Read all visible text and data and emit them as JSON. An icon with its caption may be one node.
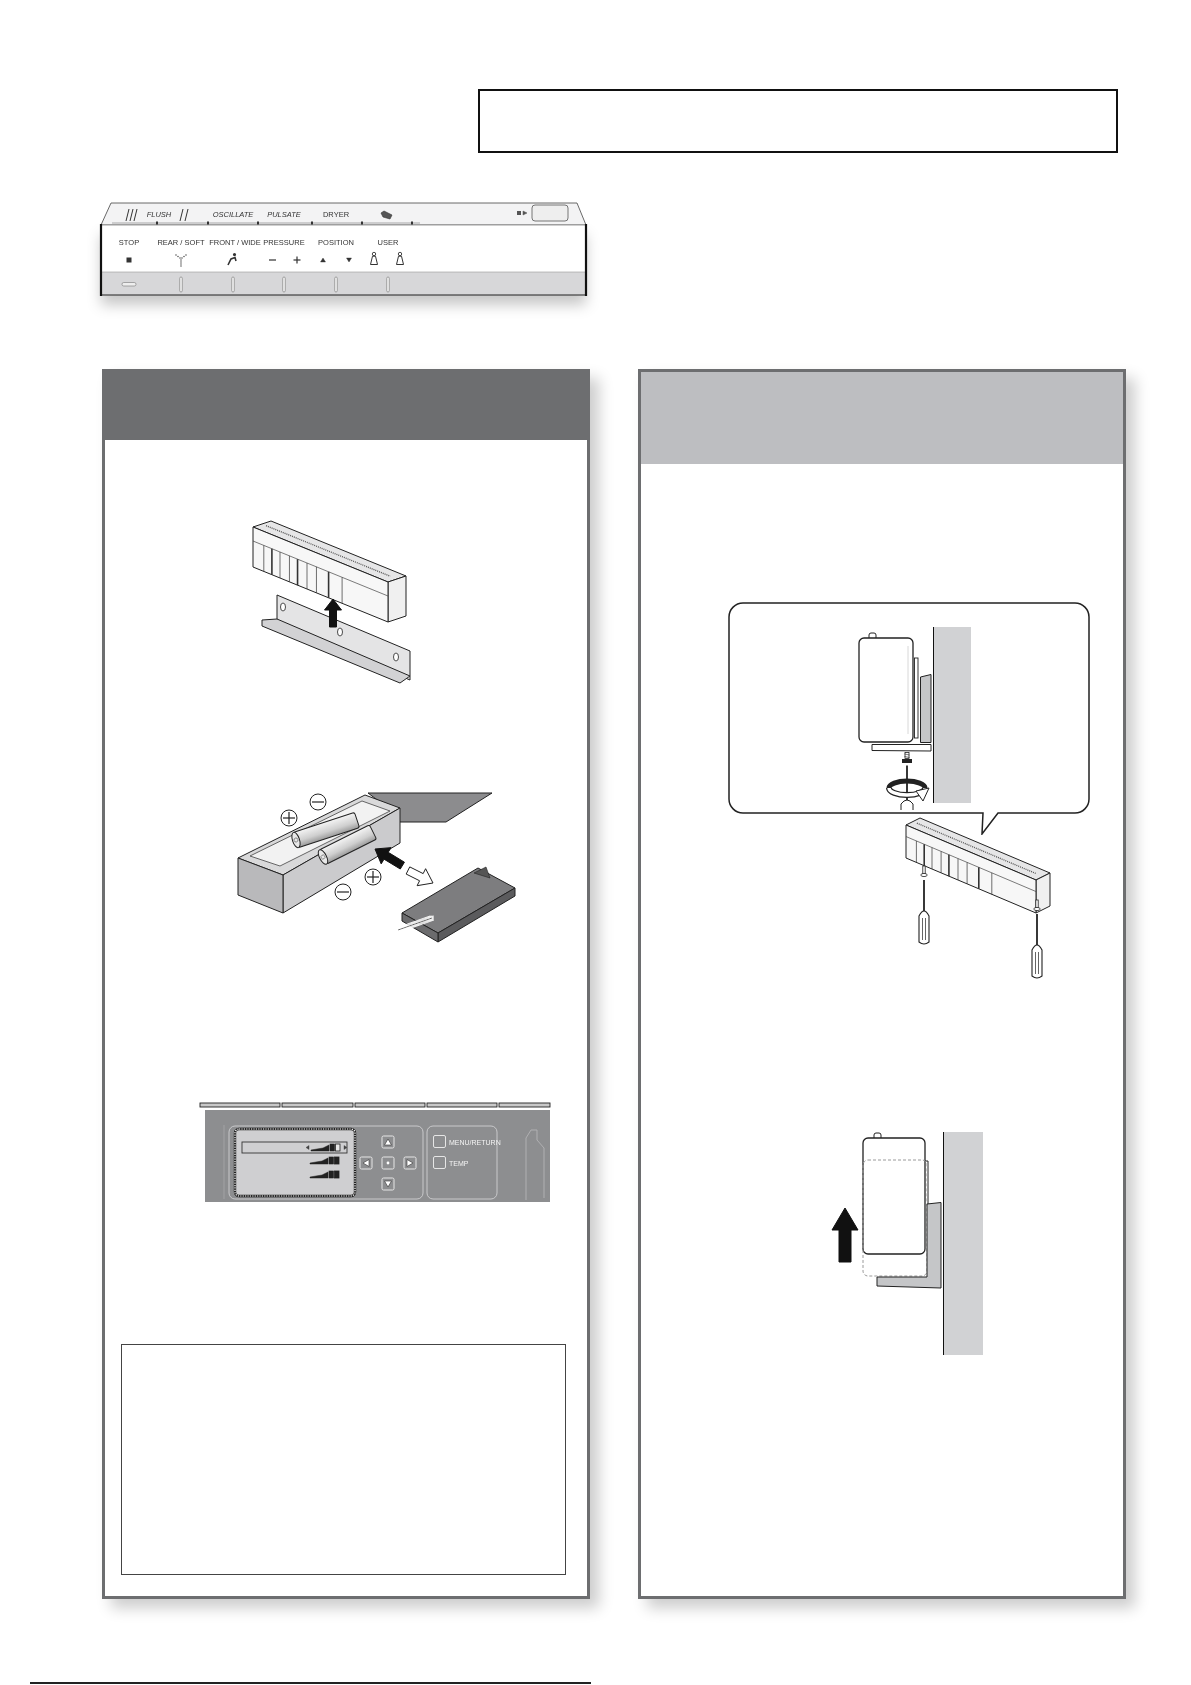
{
  "diagram": {
    "nodes": [
      {
        "text": [],
        "shape": "box"
      },
      {
        "text": [],
        "shape": "box"
      },
      {
        "text": [],
        "shape": "bar",
        "in": 1
      },
      {
        "text": [],
        "shape": "picture",
        "in": 1
      },
      {
        "text": [],
        "shape": "picture",
        "in": 1
      },
      {
        "text": [],
        "shape": "picture",
        "in": 1
      },
      {
        "text": [],
        "shape": "box",
        "in": 1
      },
      {
        "text": [],
        "shape": "box"
      },
      {
        "text": [],
        "shape": "bar",
        "in": 7
      },
      {
        "text": [],
        "shape": "callout",
        "in": 7
      },
      {
        "text": [],
        "shape": "picture",
        "in": 9
      },
      {
        "text": [],
        "shape": "picture",
        "in": 9
      },
      {
        "text": [],
        "shape": "picture",
        "in": 9
      },
      {
        "text": [],
        "shape": "picture",
        "in": 9
      },
      {
        "text": [],
        "shape": "picture",
        "in": 7
      },
      {
        "text": [],
        "shape": "picture",
        "in": 7
      }
    ],
    "edges": [
      {
        "from": null,
        "to": 3,
        "arrow": "none"
      },
      {
        "from": null,
        "to": 4,
        "arrow": "none"
      },
      {
        "from": null,
        "to": 5,
        "arrow": "none"
      },
      {
        "from": null,
        "to": 10,
        "arrow": "none"
      },
      {
        "from": null,
        "to": 11,
        "arrow": "none"
      },
      {
        "from": null,
        "to": 12,
        "arrow": "none"
      },
      {
        "from": null,
        "to": 13,
        "arrow": "none"
      },
      {
        "from": null,
        "to": 14,
        "arrow": "none"
      },
      {
        "from": null,
        "to": 15,
        "arrow": "none"
      }
    ],
    "labels": [
      "FLUSH",
      "OSCILLATE",
      "PULSATE",
      "DRYER",
      "STOP",
      "REAR / SOFT",
      "FRONT / WIDE",
      "PRESSURE",
      "POSITION",
      "USER",
      "MENU/RETURN",
      "TEMP"
    ]
  }
}
